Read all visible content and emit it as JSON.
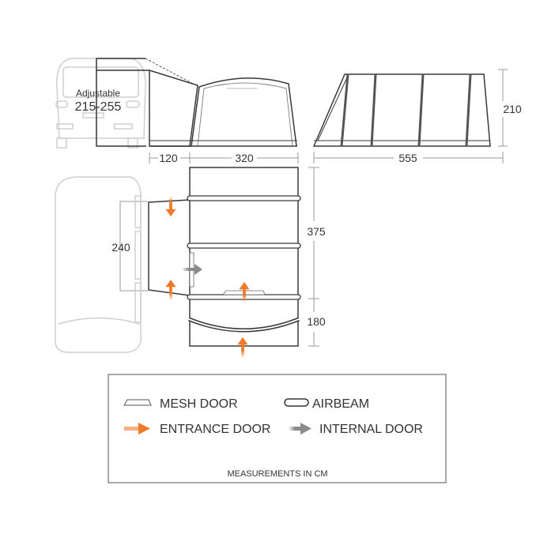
{
  "dimensions": {
    "adjustable_label": "Adjustable",
    "adjustable_range": "215-255",
    "porch_width": "120",
    "main_width": "320",
    "total_length": "555",
    "height": "210",
    "drive_width": "240",
    "main_depth": "375",
    "front_depth": "180"
  },
  "legend": {
    "mesh_door": "MESH DOOR",
    "airbeam": "AIRBEAM",
    "entrance_door": "ENTRANCE DOOR",
    "internal_door": "INTERNAL DOOR",
    "note": "MEASUREMENTS IN CM"
  },
  "colors": {
    "entrance_arrow": "#f07a2a",
    "internal_arrow": "#8a8a8a",
    "outline": "#3a3a3a",
    "vehicle": "#cfcfcf"
  }
}
